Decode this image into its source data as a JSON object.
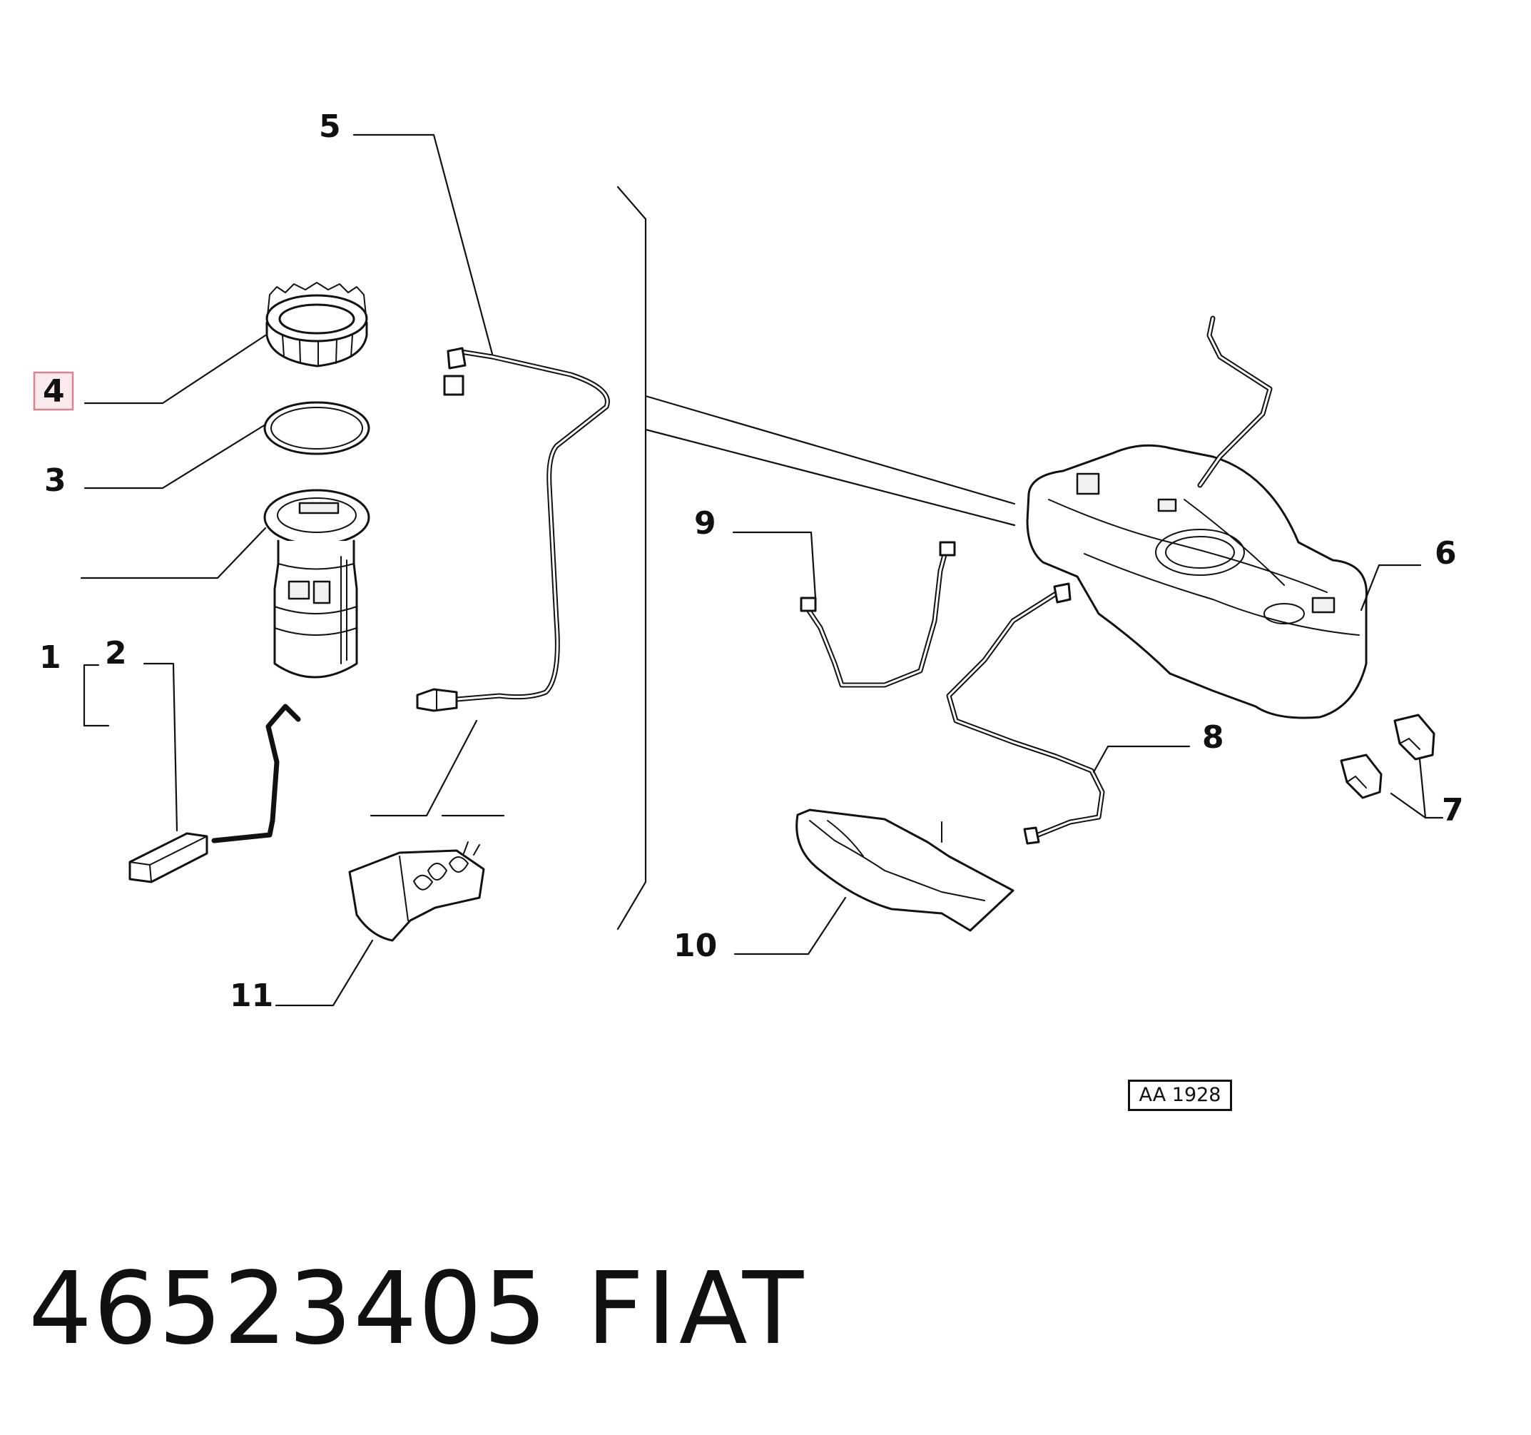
{
  "diagram": {
    "callouts": [
      {
        "id": "1",
        "label": "1"
      },
      {
        "id": "2",
        "label": "2"
      },
      {
        "id": "3",
        "label": "3"
      },
      {
        "id": "4",
        "label": "4",
        "highlighted": true
      },
      {
        "id": "5",
        "label": "5"
      },
      {
        "id": "6",
        "label": "6"
      },
      {
        "id": "7",
        "label": "7"
      },
      {
        "id": "8",
        "label": "8"
      },
      {
        "id": "9",
        "label": "9"
      },
      {
        "id": "10",
        "label": "10"
      },
      {
        "id": "11",
        "label": "11"
      }
    ],
    "reference_code": "AA 1928",
    "highlight_color": "#d8848f",
    "highlight_fill": "#fbeaec"
  },
  "footer": {
    "part_number": "46523405",
    "brand": "FIAT"
  }
}
